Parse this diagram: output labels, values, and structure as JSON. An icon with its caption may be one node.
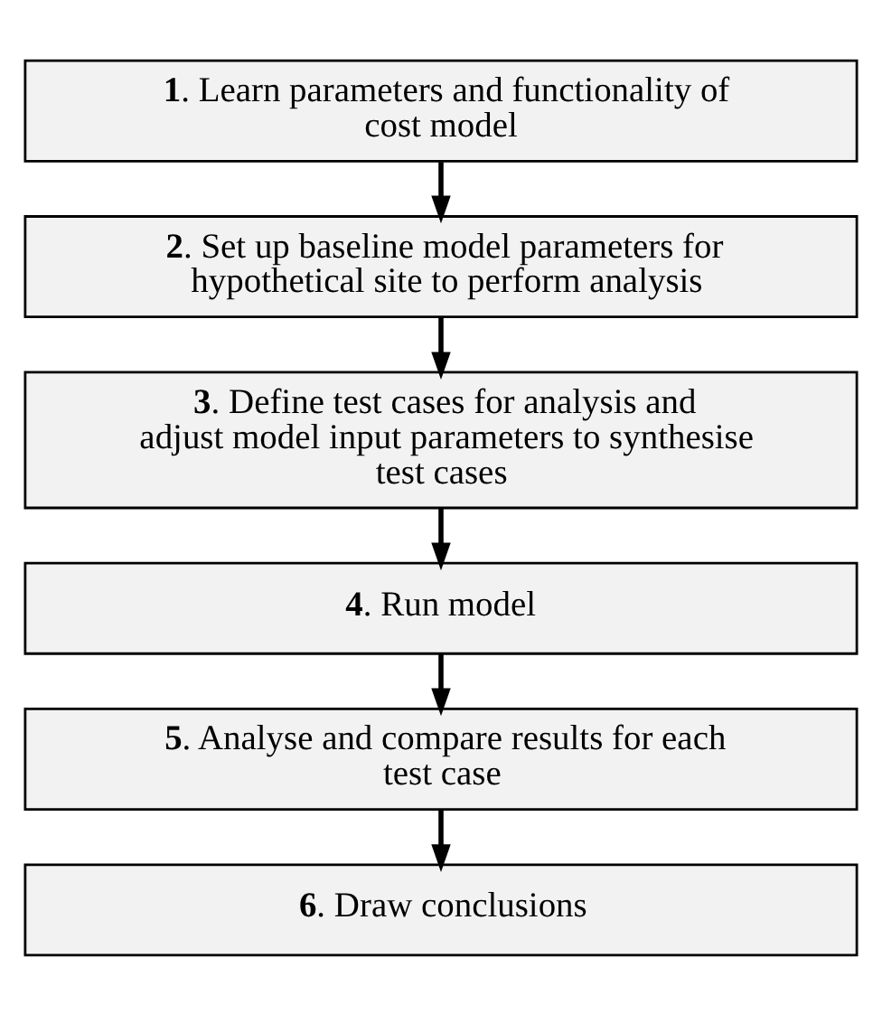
{
  "diagram": {
    "nodes": [
      {
        "text": [
          "**1**. Learn parameters and functionality of cost model"
        ]
      },
      {
        "text": [
          "**2**. Set up baseline model parameters for hypothetical site to perform analysis"
        ]
      },
      {
        "text": [
          "**3**. Define test cases for analysis and adjust model input parameters to synthesise test cases"
        ]
      },
      {
        "text": [
          "**4**. Run model"
        ]
      },
      {
        "text": [
          "**5**. Analyse and compare results for each test case"
        ]
      },
      {
        "text": [
          "**6**. Draw conclusions"
        ]
      }
    ],
    "edges": [
      {
        "from": 0,
        "to": 1,
        "arrow": "to"
      },
      {
        "from": 1,
        "to": 2,
        "arrow": "to"
      },
      {
        "from": 2,
        "to": 3,
        "arrow": "to"
      },
      {
        "from": 3,
        "to": 4,
        "arrow": "to"
      },
      {
        "from": 4,
        "to": 5,
        "arrow": "to"
      }
    ]
  }
}
